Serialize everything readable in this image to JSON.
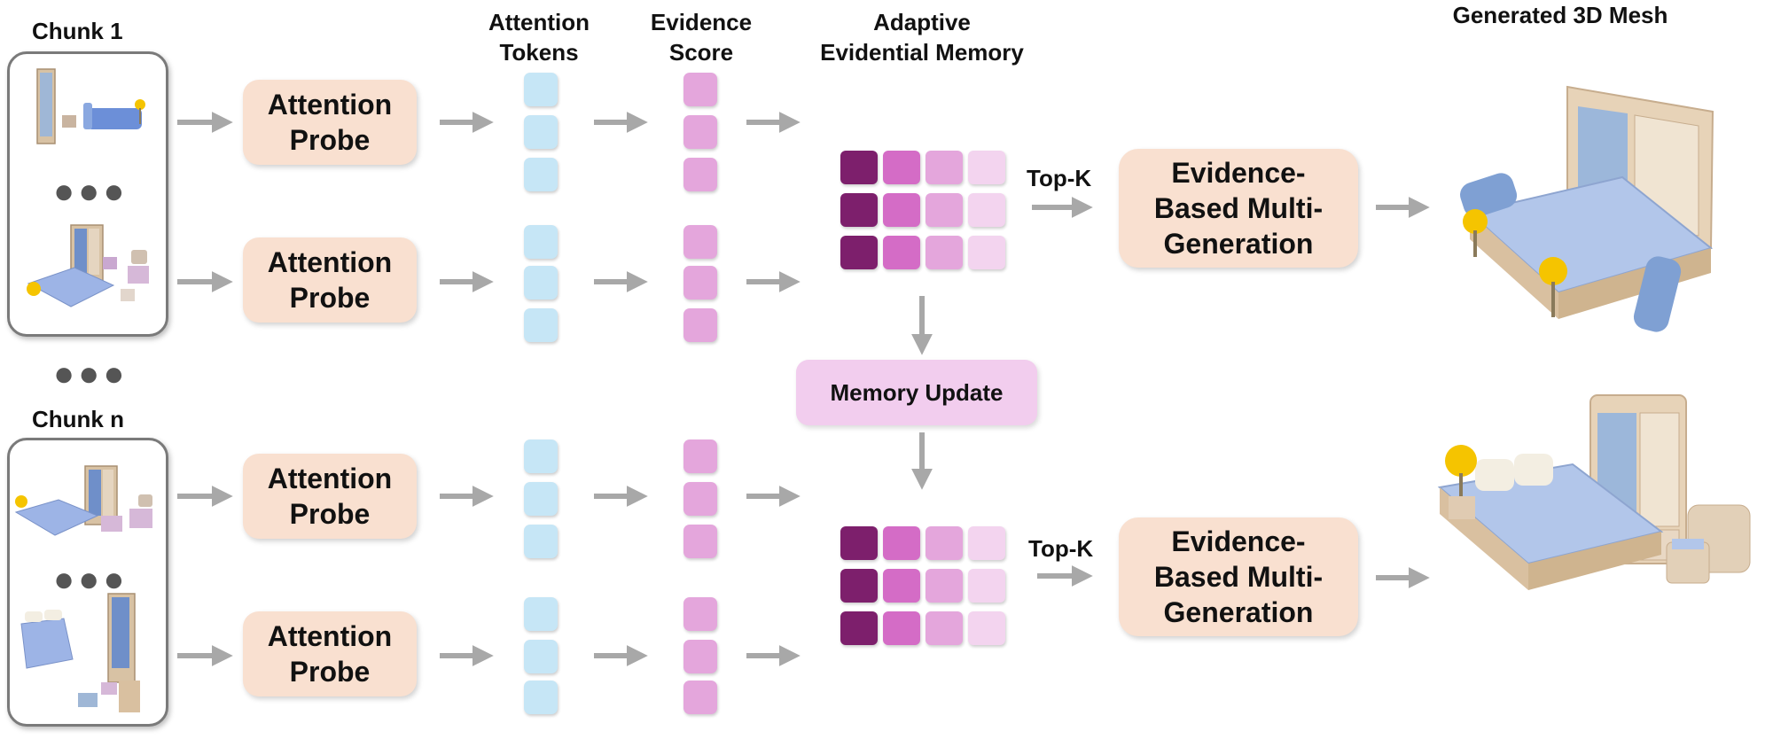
{
  "headers": {
    "attention_tokens": "Attention\nTokens",
    "evidence_score": "Evidence\nScore",
    "adaptive_memory": "Adaptive\nEvidential Memory",
    "generated_mesh": "Generated 3D Mesh"
  },
  "chunks": {
    "first": "Chunk 1",
    "last": "Chunk n",
    "ellipsis": "●●●"
  },
  "probe_label": "Attention\nProbe",
  "top_k": "Top-K",
  "evidence_generation": "Evidence-\nBased Multi-\nGeneration",
  "memory_update": "Memory Update",
  "colors": {
    "probe_fill": "#f9e0d0",
    "token_fill": "#c6e6f6",
    "score_fill": "#e4a6dc",
    "memory_update_fill": "#f2cdee",
    "memory_shades": [
      "#7d1f6c",
      "#d46cc6",
      "#e4a6dc",
      "#f3d4ef"
    ],
    "arrow": "#a8a8a8"
  },
  "icons": [
    "bedroom-furniture-image",
    "wardrobe-image",
    "bed-image",
    "lamp-image",
    "arrow-right-icon",
    "arrow-down-icon"
  ]
}
